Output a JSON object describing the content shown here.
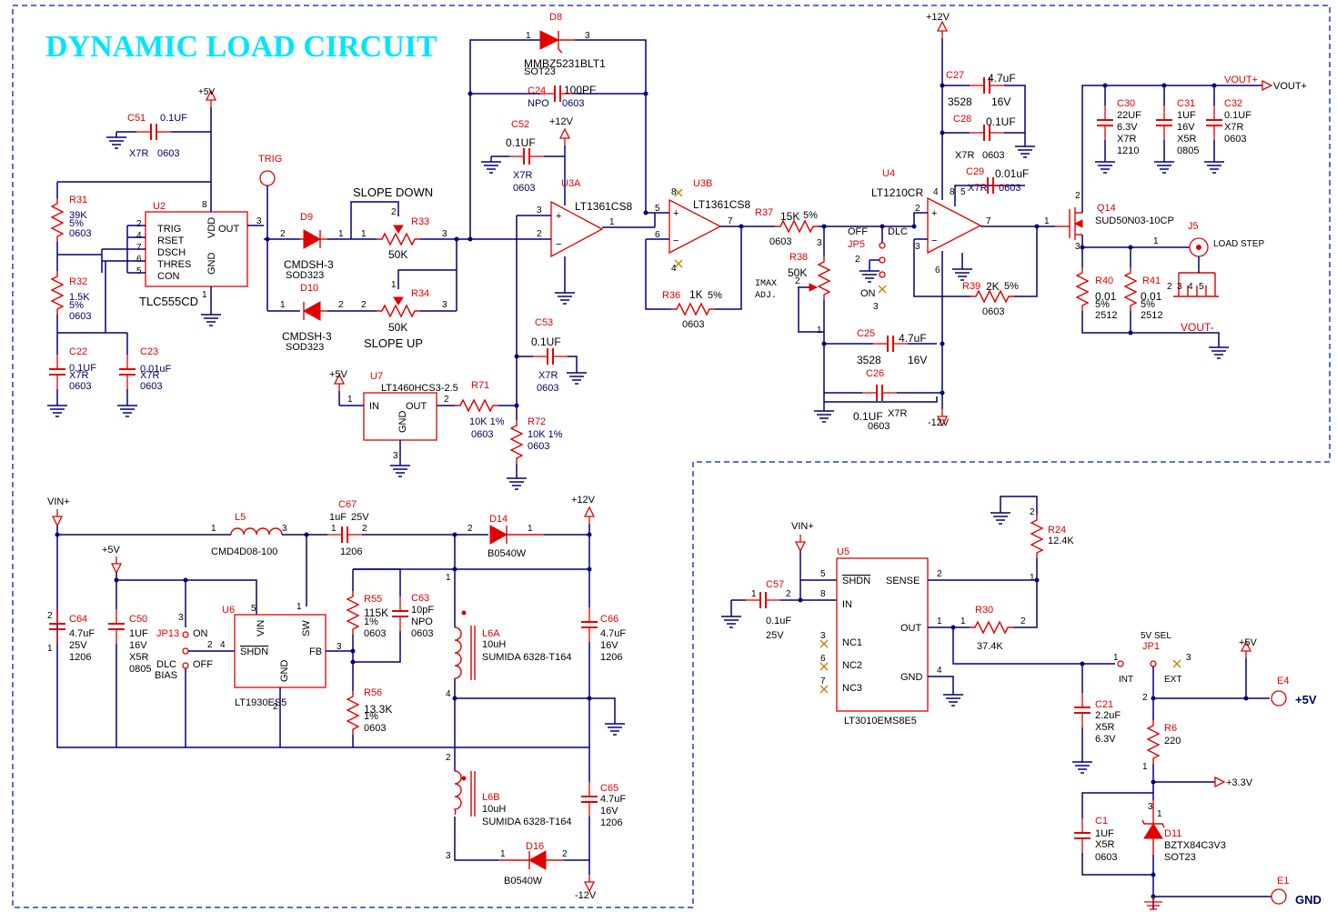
{
  "title": "DYNAMIC LOAD CIRCUIT",
  "colors": {
    "title": "#00e5ff",
    "wire": "#00007a",
    "component": "#e00000",
    "border": "#2040c0"
  },
  "u2": {
    "ref": "U2",
    "part": "TLC555CD",
    "pins": [
      "TRIG",
      "RSET",
      "DSCH",
      "THRES",
      "CON"
    ],
    "vdd": "VDD",
    "gnd": "GND",
    "out": "OUT"
  },
  "trig": "TRIG",
  "d9": {
    "ref": "D9",
    "part": "CMDSH-3",
    "pkg": "SOD323"
  },
  "d10": {
    "ref": "D10",
    "part": "CMDSH-3",
    "pkg": "SOD323"
  },
  "r33": {
    "ref": "R33",
    "value": "50K",
    "label": "SLOPE DOWN"
  },
  "r34": {
    "ref": "R34",
    "value": "50K",
    "label": "SLOPE UP"
  },
  "d8": {
    "ref": "D8",
    "part": "MMBZ5231BLT1",
    "pkg": "SOT23"
  },
  "c24": {
    "ref": "C24",
    "value": "100PF",
    "dielectric": "NPO",
    "pkg": "0603"
  },
  "c52": {
    "ref": "C52",
    "value": "0.1UF",
    "dielectric": "X7R",
    "pkg": "0603"
  },
  "u3a": {
    "ref": "U3A",
    "part": "LT1361CS8"
  },
  "u3b": {
    "ref": "U3B",
    "part": "LT1361CS8"
  },
  "r36": {
    "ref": "R36",
    "value": "1K",
    "tol": "5%",
    "pkg": "0603"
  },
  "c53": {
    "ref": "C53",
    "value": "0.1UF",
    "dielectric": "X7R",
    "pkg": "0603"
  },
  "r71": {
    "ref": "R71",
    "value": "10K 1%",
    "pkg": "0603"
  },
  "r72": {
    "ref": "R72",
    "value": "10K 1%",
    "pkg": "0603"
  },
  "u7": {
    "ref": "U7",
    "part": "LT1460HCS3-2.5",
    "in": "IN",
    "out": "OUT",
    "gnd": "GND"
  },
  "c51": {
    "ref": "C51",
    "value": "0.1UF",
    "dielectric": "X7R",
    "pkg": "0603"
  },
  "r31": {
    "ref": "R31",
    "value": "39K",
    "tol": "5%",
    "pkg": "0603"
  },
  "r32": {
    "ref": "R32",
    "value": "1.5K",
    "tol": "5%",
    "pkg": "0603"
  },
  "c22": {
    "ref": "C22",
    "value": "0.1UF",
    "dielectric": "X7R",
    "pkg": "0603"
  },
  "c23": {
    "ref": "C23",
    "value": "0.01uF",
    "dielectric": "X7R",
    "pkg": "0603"
  },
  "r37": {
    "ref": "R37",
    "value": "15K",
    "tol": "5%",
    "pkg": "0603"
  },
  "r38": {
    "ref": "R38",
    "value": "50K",
    "label": "IMAX",
    "label2": "ADJ."
  },
  "jp5": {
    "ref": "JP5",
    "off": "OFF",
    "dlc": "DLC",
    "on": "ON"
  },
  "u4": {
    "ref": "U4",
    "part": "LT1210CR"
  },
  "c27": {
    "ref": "C27",
    "value": "4.7uF",
    "size": "3528",
    "voltage": "16V"
  },
  "c28": {
    "ref": "C28",
    "value": "0.1UF",
    "dielectric": "X7R",
    "pkg": "0603"
  },
  "c29": {
    "ref": "C29",
    "value": "0.01uF",
    "dielectric": "X7R",
    "pkg": "0603"
  },
  "r39": {
    "ref": "R39",
    "value": "2K",
    "tol": "5%",
    "pkg": "0603"
  },
  "c25": {
    "ref": "C25",
    "value": "4.7uF",
    "size": "3528",
    "voltage": "16V"
  },
  "c26": {
    "ref": "C26",
    "value": "0.1UF",
    "dielectric": "X7R",
    "pkg": "0603"
  },
  "q14": {
    "ref": "Q14",
    "part": "SUD50N03-10CP"
  },
  "j5": {
    "ref": "J5",
    "label": "LOAD STEP"
  },
  "c30": {
    "ref": "C30",
    "value": "22UF",
    "voltage": "6.3V",
    "dielectric": "X7R",
    "pkg": "1210"
  },
  "c31": {
    "ref": "C31",
    "value": "1UF",
    "voltage": "16V",
    "dielectric": "X5R",
    "pkg": "0805"
  },
  "c32": {
    "ref": "C32",
    "value": "0.1UF",
    "dielectric": "X7R",
    "pkg": "0603"
  },
  "r40": {
    "ref": "R40",
    "value": "0.01",
    "tol": "5%",
    "pkg": "2512"
  },
  "r41": {
    "ref": "R41",
    "value": "0.01",
    "tol": "5%",
    "pkg": "2512"
  },
  "nets": {
    "p5v": "+5V",
    "p12v": "+12V",
    "m12v": "-12V",
    "vinp": "VIN+",
    "voutp": "VOUT+",
    "voutm": "VOUT-",
    "p33v": "+3.3V",
    "gnd": "GND"
  },
  "l5": {
    "ref": "L5",
    "part": "CMD4D08-100"
  },
  "c67": {
    "ref": "C67",
    "value": "1uF",
    "voltage": "25V",
    "pkg": "1206"
  },
  "d14": {
    "ref": "D14",
    "part": "B0540W"
  },
  "d16": {
    "ref": "D16",
    "part": "B0540W"
  },
  "c64": {
    "ref": "C64",
    "value": "4.7uF",
    "voltage": "25V",
    "pkg": "1206"
  },
  "c50": {
    "ref": "C50",
    "value": "1UF",
    "voltage": "16V",
    "dielectric": "X5R",
    "pkg": "0805"
  },
  "jp13": {
    "ref": "JP13",
    "on": "ON",
    "off": "OFF",
    "label1": "DLC",
    "label2": "BIAS"
  },
  "u6": {
    "ref": "U6",
    "part": "LT1930ES5",
    "vin": "VIN",
    "sw": "SW",
    "shdn": "SHDN",
    "fb": "FB",
    "gnd": "GND"
  },
  "r55": {
    "ref": "R55",
    "value": "115K",
    "tol": "1%",
    "pkg": "0603"
  },
  "r56": {
    "ref": "R56",
    "value": "13.3K",
    "tol": "1%",
    "pkg": "0603"
  },
  "c63": {
    "ref": "C63",
    "value": "10pF",
    "dielectric": "NPO",
    "pkg": "0603"
  },
  "l6a": {
    "ref": "L6A",
    "value": "10uH",
    "part": "SUMIDA 6328-T164"
  },
  "l6b": {
    "ref": "L6B",
    "value": "10uH",
    "part": "SUMIDA 6328-T164"
  },
  "c66": {
    "ref": "C66",
    "value": "4.7uF",
    "voltage": "16V",
    "pkg": "1206"
  },
  "c65": {
    "ref": "C65",
    "value": "4.7uF",
    "voltage": "16V",
    "pkg": "1206"
  },
  "u5": {
    "ref": "U5",
    "part": "LT3010EMS8E5",
    "pins": [
      "SHDN",
      "IN",
      "NC1",
      "NC2",
      "NC3",
      "SENSE",
      "OUT",
      "GND"
    ]
  },
  "c57": {
    "ref": "C57",
    "value": "0.1uF",
    "voltage": "25V"
  },
  "r24": {
    "ref": "R24",
    "value": "12.4K"
  },
  "r30": {
    "ref": "R30",
    "value": "37.4K"
  },
  "c21": {
    "ref": "C21",
    "value": "2.2uF",
    "dielectric": "X5R",
    "voltage": "6.3V"
  },
  "jp1": {
    "ref": "JP1",
    "label": "5V SEL",
    "int": "INT",
    "ext": "EXT"
  },
  "r6": {
    "ref": "R6",
    "value": "220"
  },
  "c1": {
    "ref": "C1",
    "value": "1UF",
    "dielectric": "X5R",
    "pkg": "0603"
  },
  "d11": {
    "ref": "D11",
    "part": "BZTX84C3V3",
    "pkg": "SOT23"
  },
  "e4": {
    "ref": "E4",
    "label": "+5V"
  },
  "e1": {
    "ref": "E1",
    "label": "GND"
  }
}
